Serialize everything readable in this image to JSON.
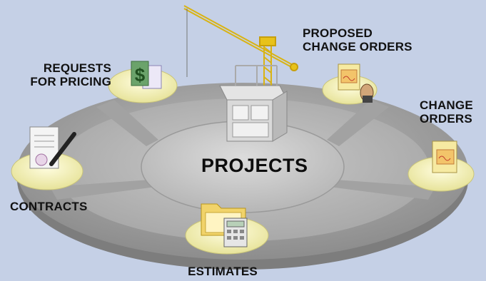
{
  "hub": {
    "label": "PROJECTS"
  },
  "nodes": [
    {
      "id": "requests",
      "lines": [
        "REQUESTS",
        "FOR PRICING"
      ],
      "icon": "dollar-document-icon"
    },
    {
      "id": "proposed",
      "lines": [
        "PROPOSED",
        "CHANGE ORDERS"
      ],
      "icon": "document-hand-icon"
    },
    {
      "id": "change",
      "lines": [
        "CHANGE",
        "ORDERS"
      ],
      "icon": "document-icon"
    },
    {
      "id": "contracts",
      "lines": [
        "CONTRACTS"
      ],
      "icon": "contract-pen-icon"
    },
    {
      "id": "estimates",
      "lines": [
        "ESTIMATES"
      ],
      "icon": "folder-calculator-icon"
    }
  ],
  "colors": {
    "background": "#c5d0e6",
    "platter": "#9a9a9a",
    "ring": "#b4b4b4",
    "hub": "#c8c8c8",
    "node_disc": "#f3f0b4",
    "crane": "#e8c21a"
  }
}
